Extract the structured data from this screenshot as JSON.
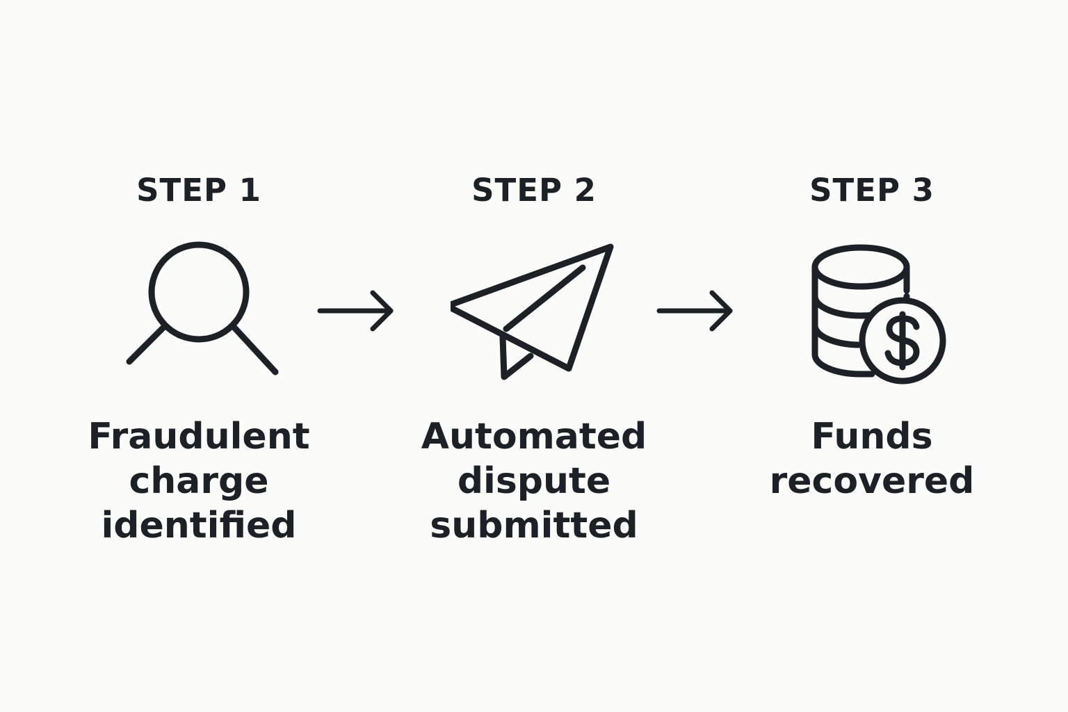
{
  "colors": {
    "background": "#fbfbf9",
    "ink": "#1b2127"
  },
  "steps": [
    {
      "label": "STEP 1",
      "icon": "magnifier-icon",
      "lines": [
        "Fraudulent",
        "charge",
        "identified"
      ]
    },
    {
      "label": "STEP 2",
      "icon": "paper-plane-icon",
      "lines": [
        "Automated",
        "dispute",
        "submitted"
      ]
    },
    {
      "label": "STEP 3",
      "icon": "coins-dollar-icon",
      "lines": [
        "Funds",
        "recovered"
      ]
    }
  ],
  "connectors": [
    "arrow-right-icon",
    "arrow-right-icon"
  ]
}
